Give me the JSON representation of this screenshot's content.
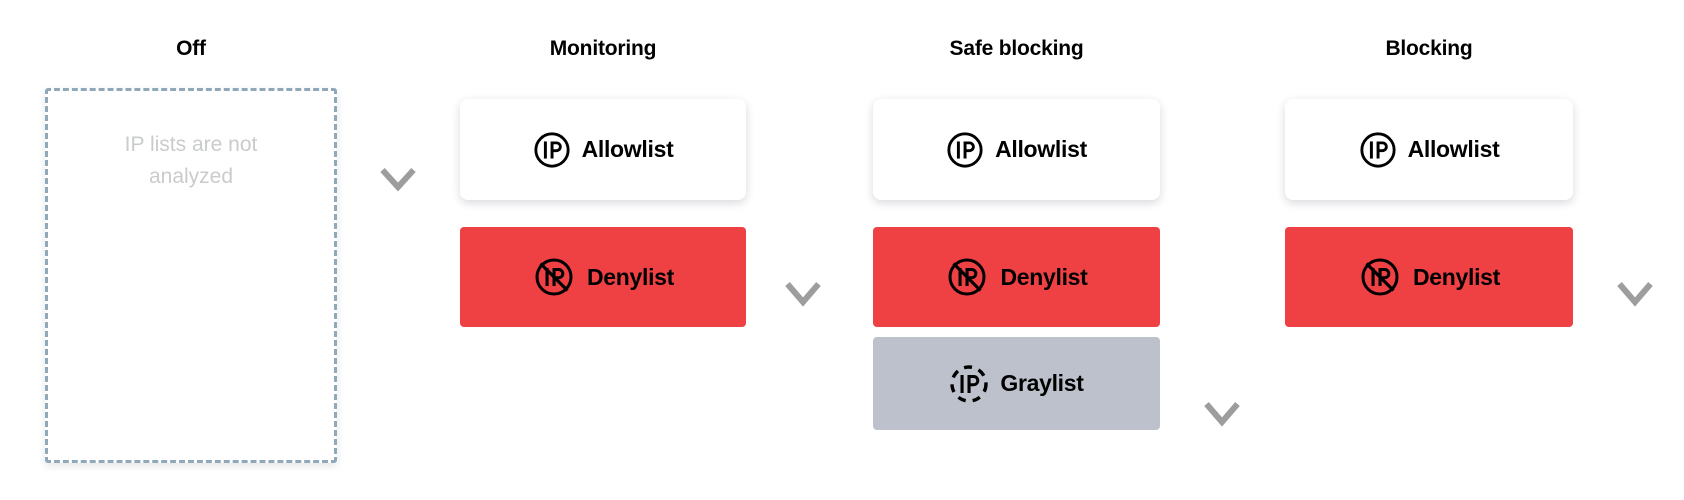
{
  "columns": [
    {
      "title": "Off",
      "empty": {
        "text": "IP lists are not analyzed",
        "border_color": "#8fa9bb",
        "text_color": "#c9cbcd"
      },
      "cards": []
    },
    {
      "title": "Monitoring",
      "cards": [
        {
          "label": "Allowlist",
          "icon": "ip-circle-icon",
          "variant": "white",
          "bg": "#ffffff"
        },
        {
          "label": "Denylist",
          "icon": "ip-blocked-icon",
          "variant": "red",
          "bg": "#ef4044"
        }
      ]
    },
    {
      "title": "Safe blocking",
      "cards": [
        {
          "label": "Allowlist",
          "icon": "ip-circle-icon",
          "variant": "white",
          "bg": "#ffffff"
        },
        {
          "label": "Denylist",
          "icon": "ip-blocked-icon",
          "variant": "red",
          "bg": "#ef4044"
        },
        {
          "label": "Graylist",
          "icon": "ip-dashed-circle-icon",
          "variant": "gray",
          "bg": "#bcc1cb"
        }
      ]
    },
    {
      "title": "Blocking",
      "cards": [
        {
          "label": "Allowlist",
          "icon": "ip-circle-icon",
          "variant": "white",
          "bg": "#ffffff"
        },
        {
          "label": "Denylist",
          "icon": "ip-blocked-icon",
          "variant": "red",
          "bg": "#ef4044"
        }
      ]
    }
  ],
  "arrows": [
    {
      "name": "arrow-off-to-monitoring",
      "icon": "arrow-down-icon"
    },
    {
      "name": "arrow-monitoring-to-safe-blocking",
      "icon": "arrow-down-icon"
    },
    {
      "name": "arrow-safe-blocking-to-blocking",
      "icon": "arrow-down-icon"
    },
    {
      "name": "arrow-blocking-end",
      "icon": "arrow-down-icon"
    }
  ],
  "palette": {
    "red": "#ef4044",
    "gray": "#bcc1cb",
    "white": "#ffffff",
    "dashed_border": "#8fa9bb",
    "placeholder_text": "#c9cbcd",
    "arrow_top": "#000000",
    "arrow_bottom": "#9a9a9a"
  }
}
